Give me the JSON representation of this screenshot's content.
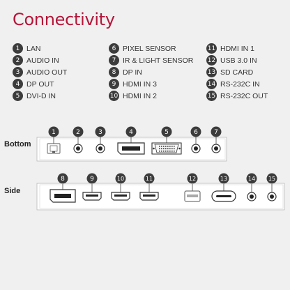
{
  "title": "Connectivity",
  "legend": [
    {
      "n": "1",
      "label": "LAN"
    },
    {
      "n": "2",
      "label": "AUDIO IN"
    },
    {
      "n": "3",
      "label": "AUDIO OUT"
    },
    {
      "n": "4",
      "label": "DP OUT"
    },
    {
      "n": "5",
      "label": "DVI-D IN"
    },
    {
      "n": "6",
      "label": "PIXEL SENSOR"
    },
    {
      "n": "7",
      "label": "IR & LIGHT SENSOR"
    },
    {
      "n": "8",
      "label": "DP IN"
    },
    {
      "n": "9",
      "label": "HDMI IN 3"
    },
    {
      "n": "10",
      "label": "HDMI IN 2"
    },
    {
      "n": "11",
      "label": "HDMI IN 1"
    },
    {
      "n": "12",
      "label": "USB 3.0 IN"
    },
    {
      "n": "13",
      "label": "SD CARD"
    },
    {
      "n": "14",
      "label": "RS-232C IN"
    },
    {
      "n": "15",
      "label": "RS-232C OUT"
    }
  ],
  "bottom_label": "Bottom",
  "side_label": "Side",
  "colors": {
    "title": "#b5153a",
    "badge": "#3c3c3c",
    "background": "#f0f0f0"
  }
}
